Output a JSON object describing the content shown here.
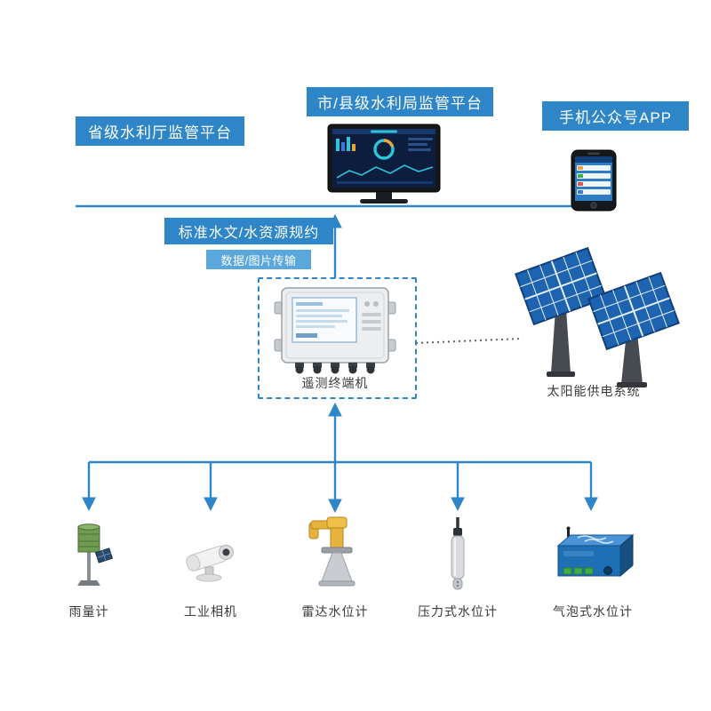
{
  "diagram": {
    "platforms": {
      "provincial": "省级水利厅监管平台",
      "city_county": "市/县级水利局监管平台",
      "mobile_app": "手机公众号APP"
    },
    "protocol": {
      "standard": "标准水文/水资源规约",
      "transmission": "数据/图片传输"
    },
    "rtu_label": "遥测终端机",
    "solar_label": "太阳能供电系统",
    "sensors": [
      {
        "label": "雨量计"
      },
      {
        "label": "工业相机"
      },
      {
        "label": "雷达水位计"
      },
      {
        "label": "压力式水位计"
      },
      {
        "label": "气泡式水位计"
      }
    ],
    "colors": {
      "box_blue": "#2E86C8",
      "box_blue_light": "#5AA7DB",
      "line_blue": "#2E86C8"
    }
  }
}
